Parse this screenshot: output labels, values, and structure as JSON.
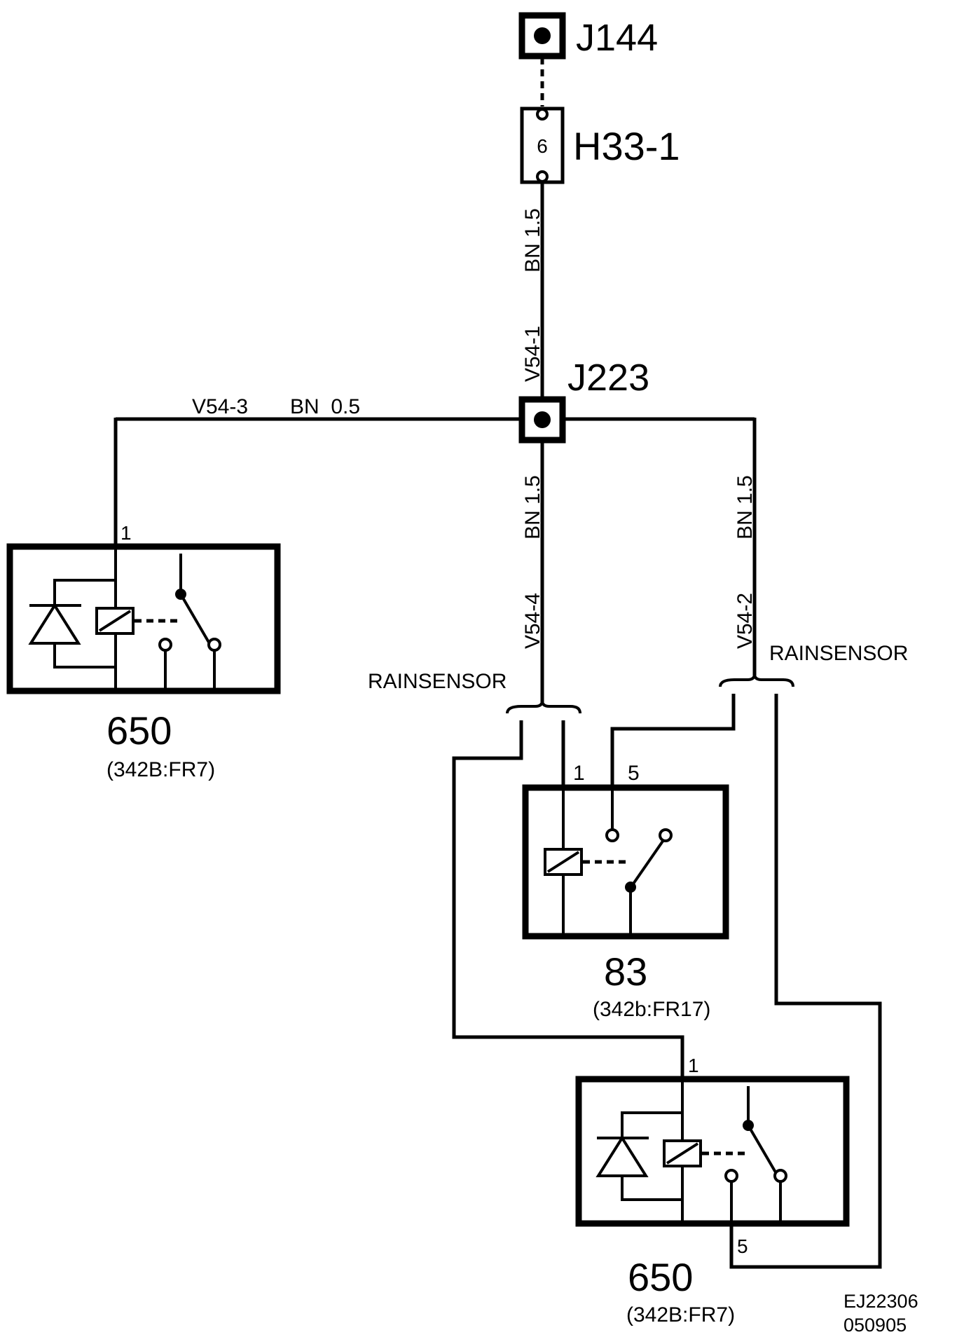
{
  "connectors": {
    "j144": "J144",
    "h33": "H33-1",
    "h33_pin": "6",
    "j223": "J223"
  },
  "wires": {
    "top_gauge": "BN 1.5",
    "top_id": "V54-1",
    "left_label": "V54-3",
    "left_gauge": "BN  0.5",
    "mid_gauge": "BN 1.5",
    "mid_id": "V54-4",
    "right_gauge": "BN 1.5",
    "right_id": "V54-2"
  },
  "splices": {
    "left": "RAINSENSOR",
    "right": "RAINSENSOR"
  },
  "relays": {
    "left": {
      "id": "650",
      "ref": "(342B:FR7)",
      "pin1": "1"
    },
    "middle": {
      "id": "83",
      "ref": "(342b:FR17)",
      "pin1": "1",
      "pin5": "5"
    },
    "bottom": {
      "id": "650",
      "ref": "(342B:FR7)",
      "pin1": "1",
      "pin5": "5"
    }
  },
  "footer": {
    "code1": "EJ22306",
    "code2": "050905"
  }
}
